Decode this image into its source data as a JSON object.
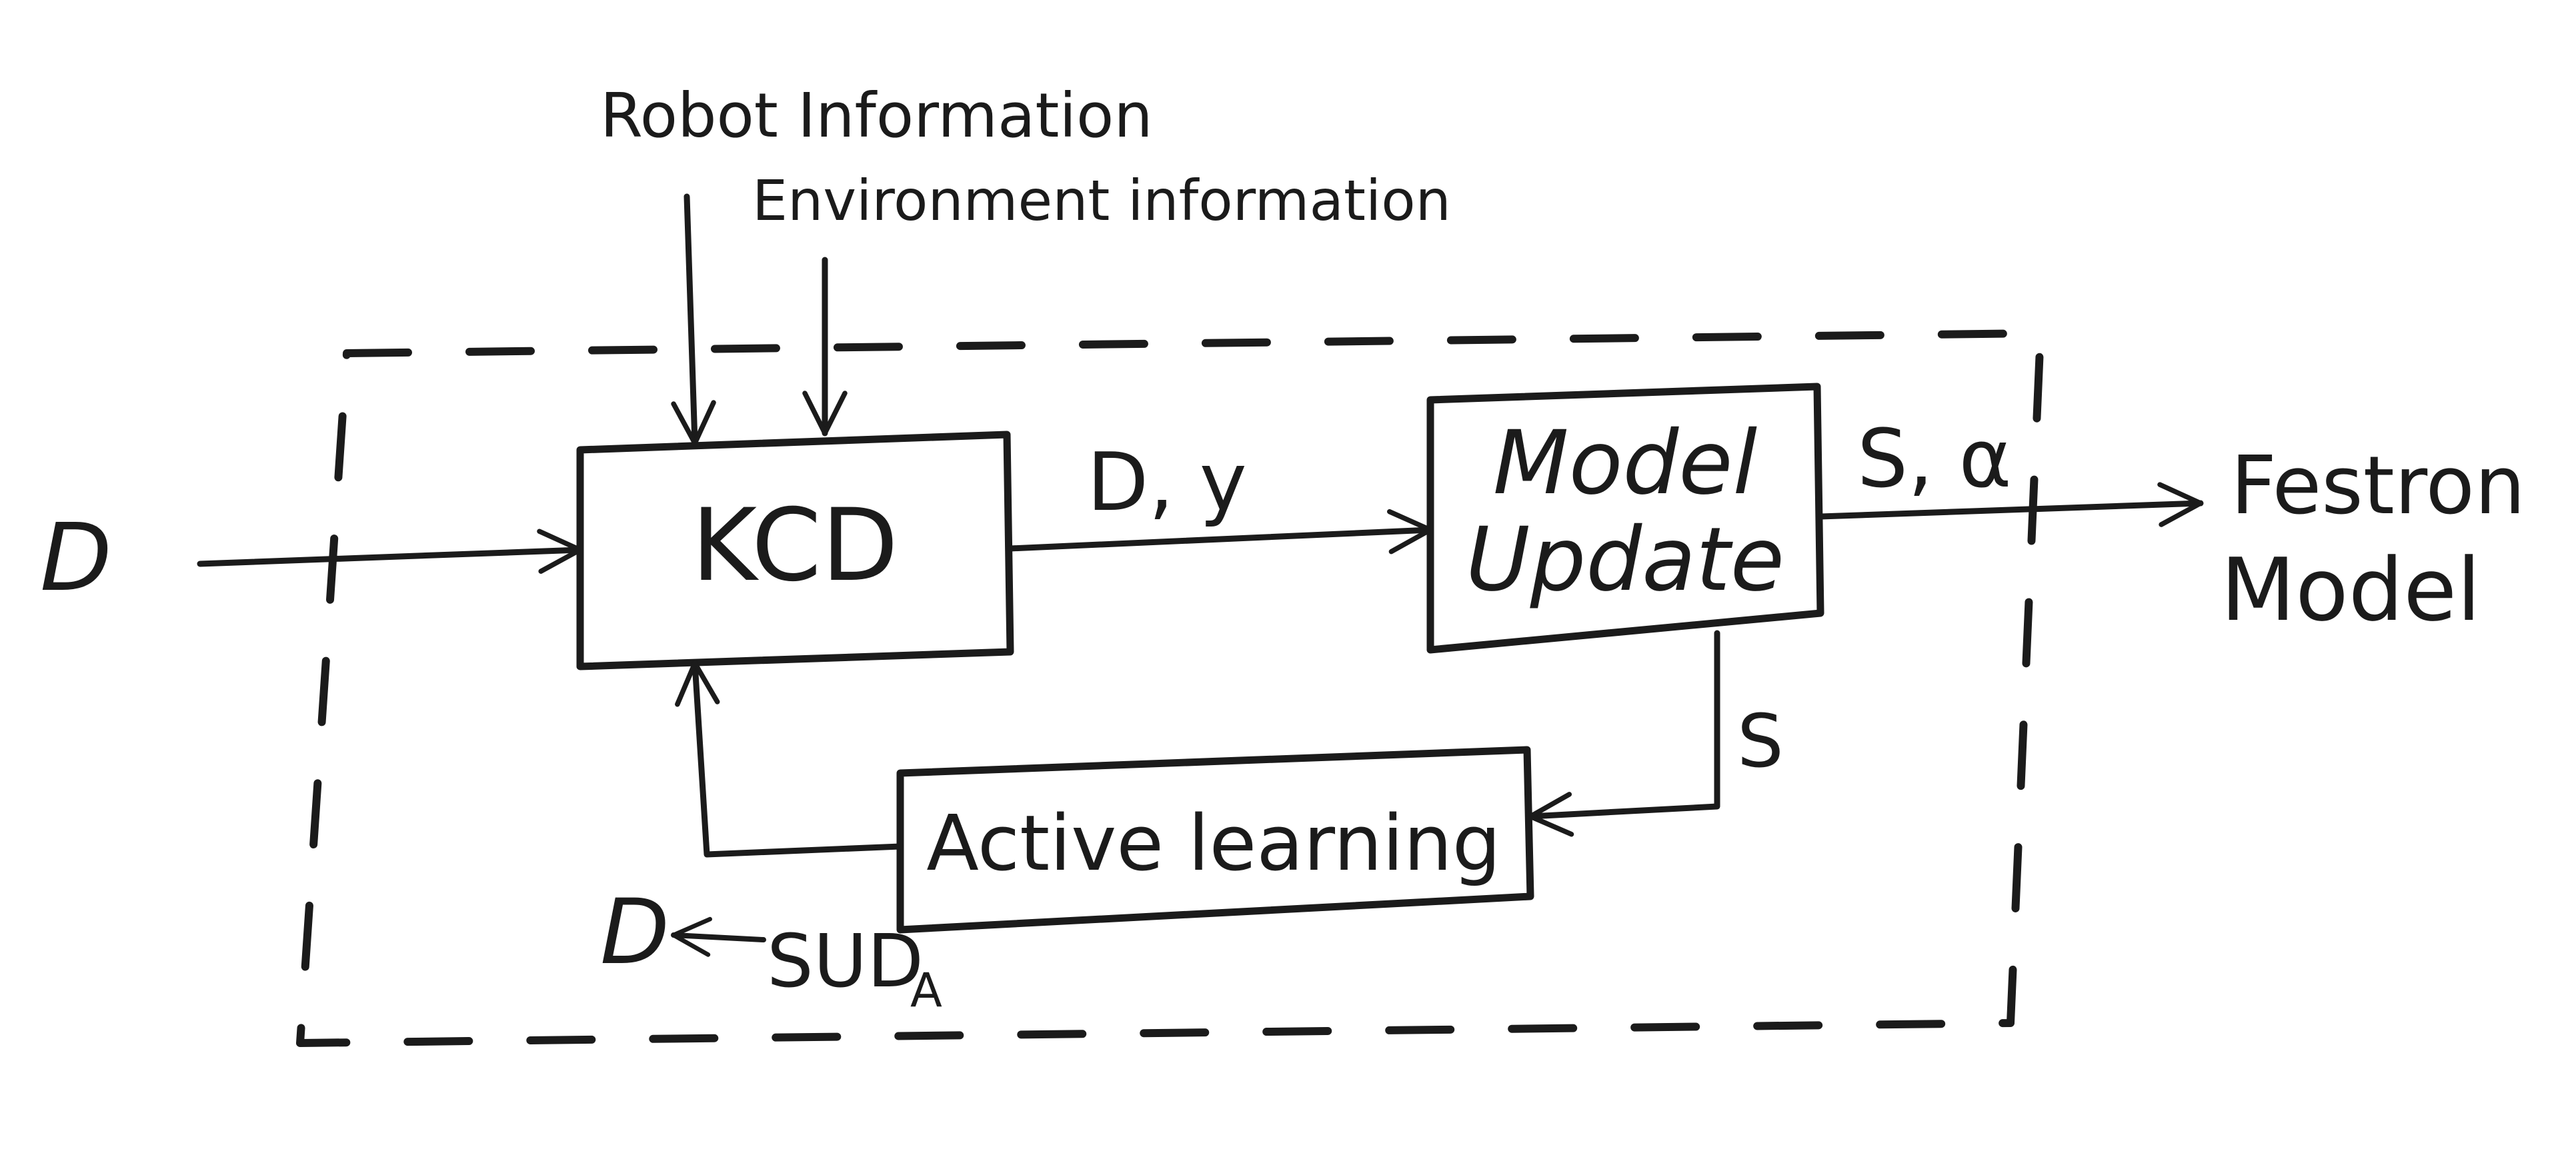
{
  "labels": {
    "robot_information": "Robot Information",
    "environment_information": "Environment information",
    "input": "D",
    "kcd_block": "KCD",
    "edge_kcd_to_update": "D, y",
    "model_update_line1": "Model",
    "model_update_line2": "Update",
    "edge_update_to_output": "S, α",
    "output_line1": "Festron",
    "output_line2": "Model",
    "edge_update_to_active": "S",
    "active_learning_block": "Active learning",
    "bottom_d": "D",
    "bottom_sud": "SUD",
    "bottom_sub": "A"
  },
  "colors": {
    "ink": "#1b1b1b",
    "paper": "#ffffff"
  }
}
